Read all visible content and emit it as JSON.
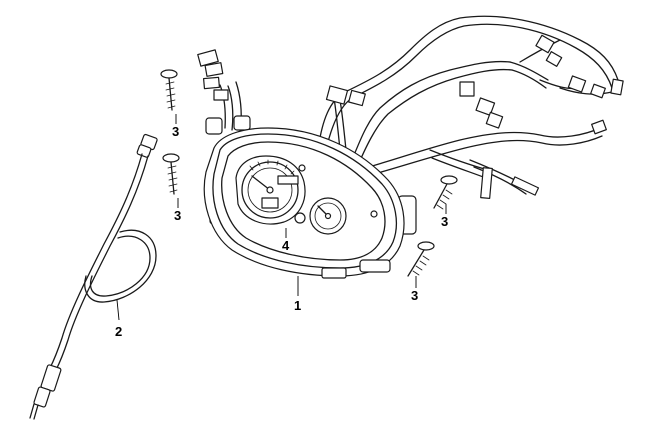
{
  "callouts": {
    "screw_top": "3",
    "screw_mid": "3",
    "screw_right_top": "3",
    "screw_right_bottom": "3",
    "cable": "2",
    "meter_assembly": "1",
    "meter_inner": "4"
  },
  "colors": {
    "line": "#1a1a1a",
    "background": "#ffffff"
  }
}
